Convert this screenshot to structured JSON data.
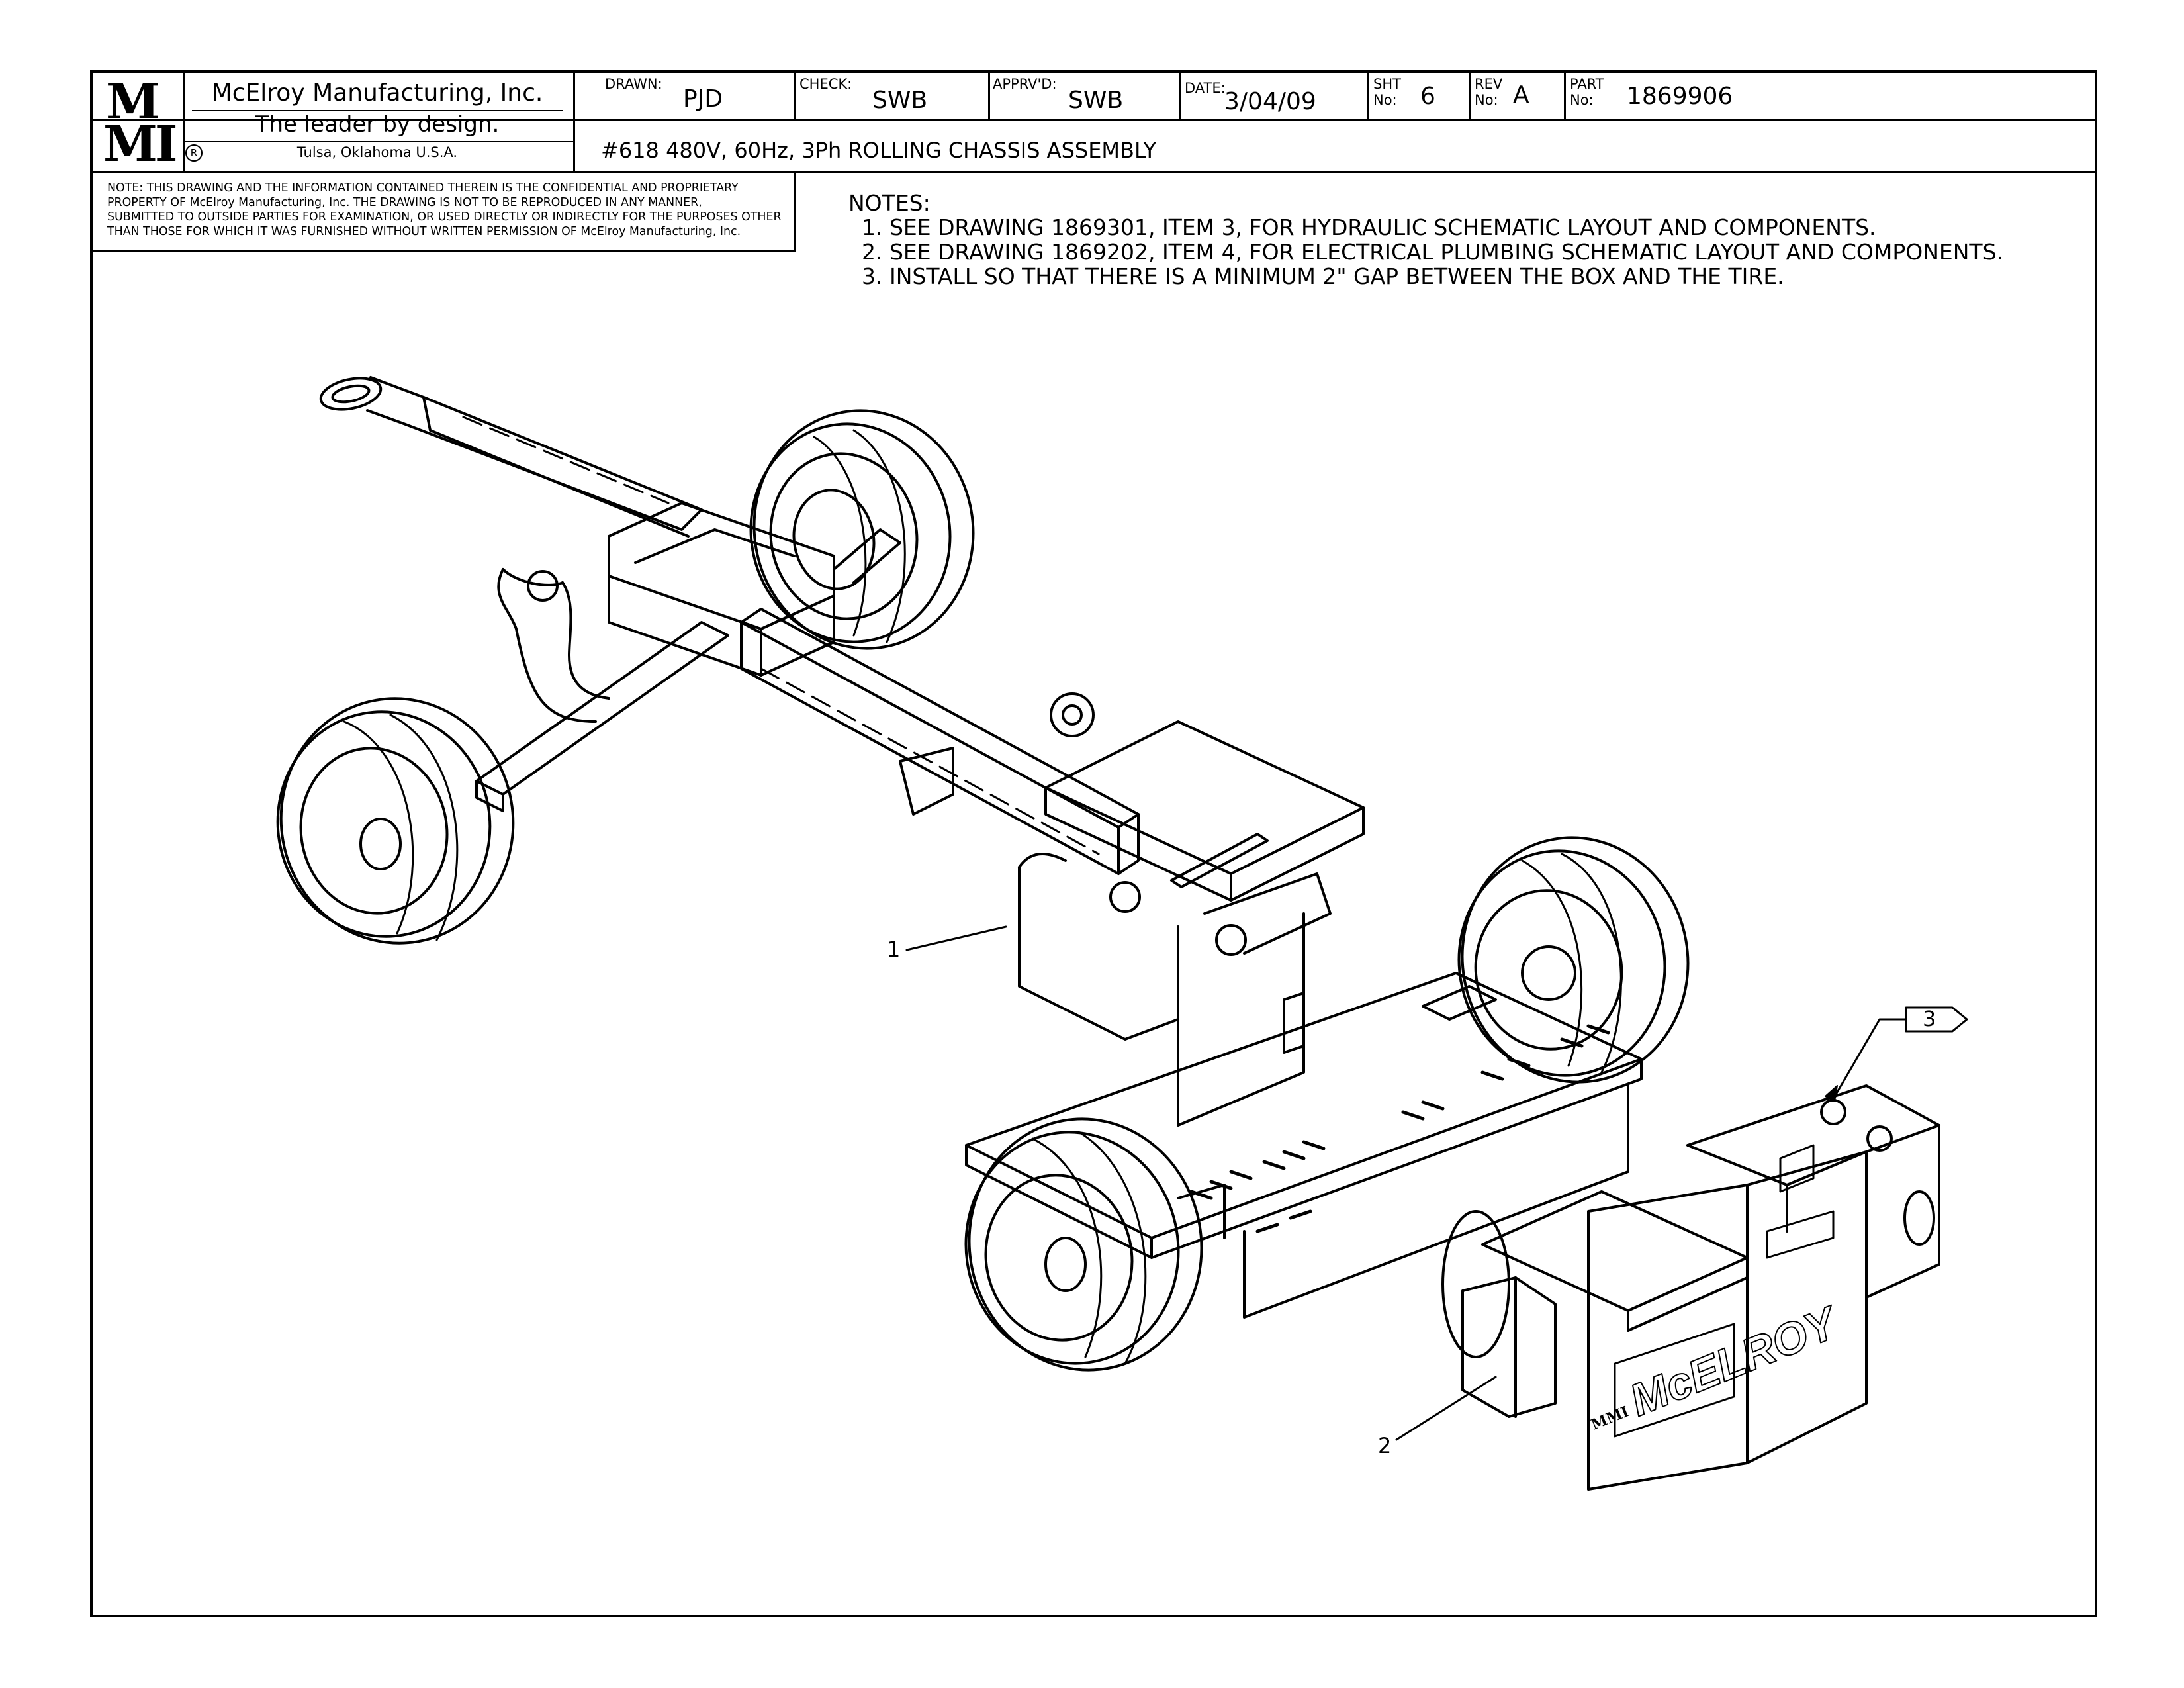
{
  "title_block": {
    "logo_top": "M",
    "logo_bottom": "MI",
    "company": "McElroy Manufacturing, Inc.",
    "slogan": "The leader by design.",
    "registered_mark": "R",
    "location": "Tulsa, Oklahoma U.S.A.",
    "drawn_label": "DRAWN:",
    "drawn_value": "PJD",
    "check_label": "CHECK:",
    "check_value": "SWB",
    "apprvd_label": "APPRV'D:",
    "apprvd_value": "SWB",
    "date_label": "DATE:",
    "date_value": "3/04/09",
    "sht_label_1": "SHT",
    "sht_label_2": "No:",
    "sht_value": "6",
    "rev_label_1": "REV",
    "rev_label_2": "No:",
    "rev_value": "A",
    "part_label_1": "PART",
    "part_label_2": "No:",
    "part_value": "1869906",
    "drawing_title": "#618 480V, 60Hz, 3Ph ROLLING CHASSIS ASSEMBLY"
  },
  "confidential_notice": [
    "NOTE: THIS DRAWING AND THE INFORMATION CONTAINED THEREIN IS THE CONFIDENTIAL AND PROPRIETARY",
    "PROPERTY OF McElroy Manufacturing, Inc. THE DRAWING IS NOT TO BE REPRODUCED IN ANY MANNER,",
    "SUBMITTED TO OUTSIDE PARTIES FOR EXAMINATION, OR USED DIRECTLY OR INDIRECTLY FOR THE PURPOSES OTHER",
    "THAN THOSE FOR WHICH IT WAS FURNISHED WITHOUT WRITTEN PERMISSION OF McElroy Manufacturing, Inc."
  ],
  "notes": {
    "heading": "NOTES:",
    "items": [
      "1. SEE DRAWING 1869301, ITEM 3, FOR HYDRAULIC SCHEMATIC LAYOUT AND COMPONENTS.",
      "2. SEE DRAWING 1869202, ITEM 4, FOR ELECTRICAL PLUMBING SCHEMATIC LAYOUT AND COMPONENTS.",
      "3. INSTALL SO THAT THERE IS A MINIMUM 2\" GAP BETWEEN THE BOX AND THE TIRE."
    ]
  },
  "callouts": {
    "item_1": "1",
    "item_2": "2",
    "item_3": "3"
  },
  "power_unit_brand": "McELROY",
  "power_unit_logo": "MMI"
}
